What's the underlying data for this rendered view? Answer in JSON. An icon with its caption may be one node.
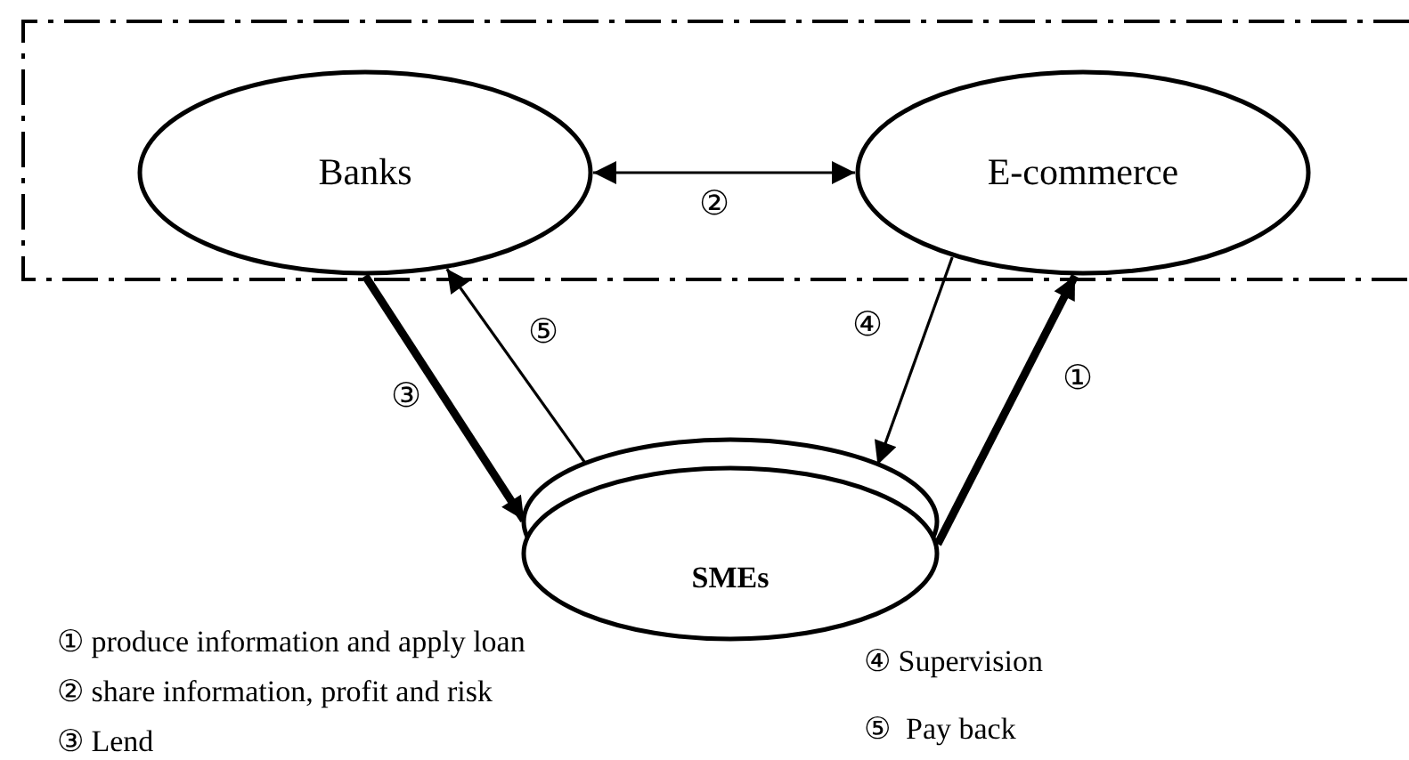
{
  "diagram": {
    "nodes": [
      {
        "text": [],
        "shape": "box"
      },
      {
        "text": [
          "Banks"
        ],
        "in": 0
      },
      {
        "text": [
          "E-commerce"
        ],
        "in": 0
      },
      {
        "text": [
          "SMEs"
        ]
      }
    ],
    "edges": [
      {
        "from": 1,
        "to": 2,
        "arrow": "both",
        "label": "②"
      },
      {
        "from": 1,
        "to": 3,
        "arrow": "to",
        "label": "③",
        "style": "thick"
      },
      {
        "from": 3,
        "to": 1,
        "arrow": "to",
        "label": "⑤"
      },
      {
        "from": 2,
        "to": 3,
        "arrow": "to",
        "label": "④"
      },
      {
        "from": 3,
        "to": 2,
        "arrow": "to",
        "label": "①",
        "style": "thick"
      }
    ],
    "labels": [
      "① produce information and apply loan",
      "② share information, profit and risk",
      "③ Lend",
      "④ Supervision",
      "⑤  Pay back"
    ]
  }
}
